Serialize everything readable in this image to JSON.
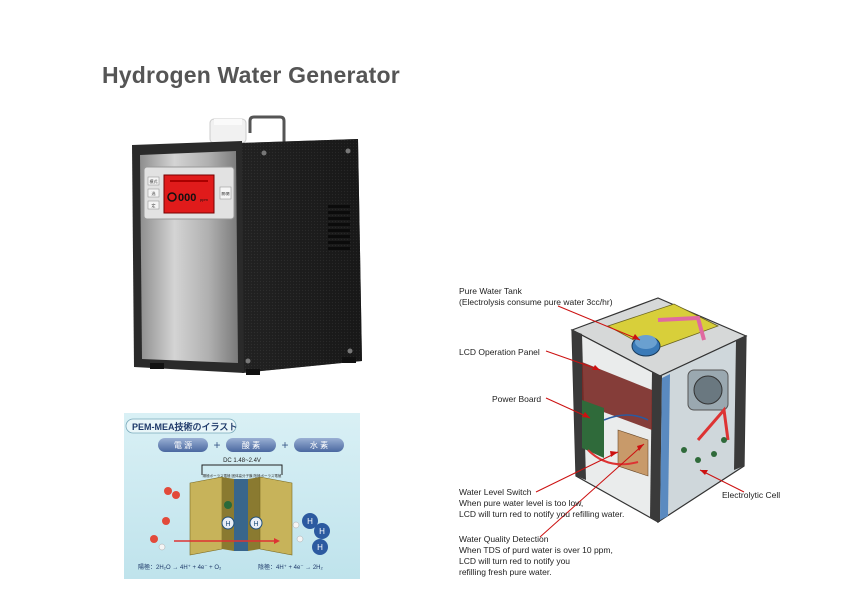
{
  "page": {
    "title": "Hydrogen Water Generator"
  },
  "device": {
    "buttons": [
      "模式",
      "选",
      "定"
    ],
    "side_button": "開/関",
    "lcd_value": "000",
    "lcd_unit": "ppm"
  },
  "illustration": {
    "heading": "PEM-MEA技術のイラスト",
    "reaction_labels": [
      "電 源",
      "酸 素",
      "水 素"
    ],
    "voltage": "DC 1.48~2.4V",
    "membrane_label": "陽極ポーラス電極 固体高分子膜 陰極ポーラス電極",
    "anode_equation": "陽極：2H₂O → 4H⁺ + 4e⁻ + O₂",
    "cathode_equation": "陰極：4H⁺ + 4e⁻ → 2H₂",
    "ion_label": "H"
  },
  "callouts": {
    "pure_water_tank": {
      "line1": "Pure Water Tank",
      "line2": "(Electrolysis consume pure water 3cc/hr)"
    },
    "lcd_panel": "LCD Operation Panel",
    "power_board": "Power Board",
    "electrolytic_cell": "Electrolytic Cell",
    "water_level_switch": {
      "line1": "Water Level Switch",
      "line2": "When pure water level is too low,",
      "line3": "LCD will turn red to notify you refilling water."
    },
    "water_quality": {
      "line1": "Water Quality Detection",
      "line2": "When TDS of purd water is over 10 ppm,",
      "line3": "LCD will turn red to notify you",
      "line4": "refilling fresh pure water."
    }
  },
  "colors": {
    "title": "#555555",
    "callout_line": "#cc1111",
    "lcd": "#e01b1b",
    "device_body": "#1e1e1e",
    "device_front": "#b8b8b8"
  }
}
